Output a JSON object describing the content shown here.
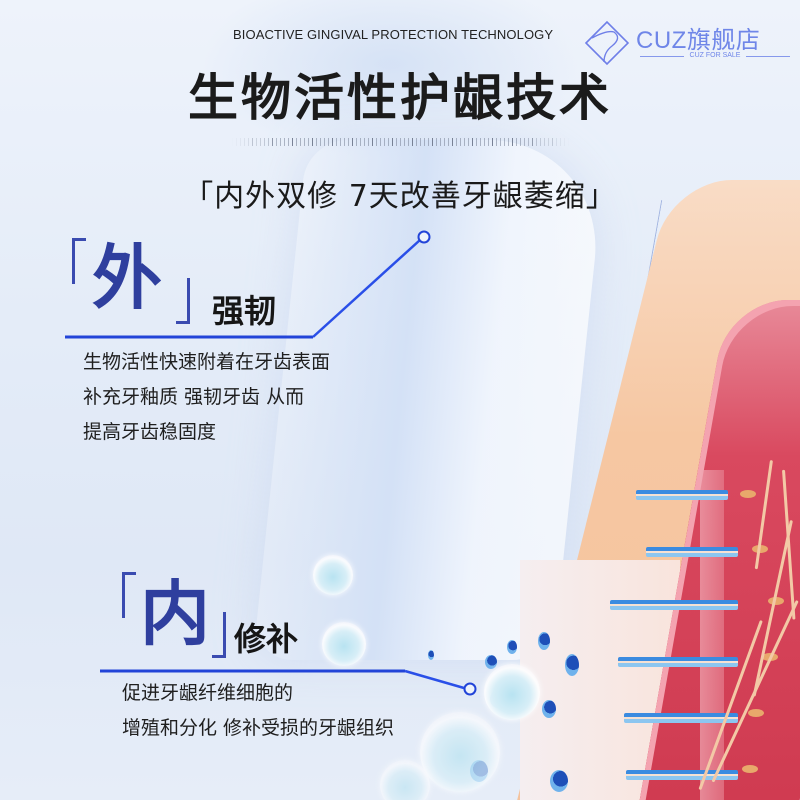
{
  "header": {
    "english_title": "BIOACTIVE GINGIVAL PROTECTION TECHNOLOGY",
    "main_title": "生物活性护龈技术",
    "subtitle": "「内外双修 7天改善牙龈萎缩」"
  },
  "logo": {
    "brand": "CUZ旗舰店",
    "tagline": "CUZ FOR SALE",
    "icon": "diamond-wave-logo-icon"
  },
  "sections": [
    {
      "key_char": "外",
      "label": "强韧",
      "description_lines": [
        "生物活性快速附着在牙齿表面",
        "补充牙釉质 强韧牙齿 从而",
        "提高牙齿稳固度"
      ]
    },
    {
      "key_char": "内",
      "label": "修补",
      "description_lines": [
        "促进牙龈纤维细胞的",
        "增殖和分化 修补受损的牙龈组织"
      ]
    }
  ],
  "colors": {
    "accent_blue": "#2a4fe8",
    "key_char_blue": "#2f3f9e",
    "logo_blue": "#6f86e8",
    "gum_peach": "#f6c7a2",
    "tooth_red": "#d9495f",
    "text_dark": "#1b1b1b"
  }
}
